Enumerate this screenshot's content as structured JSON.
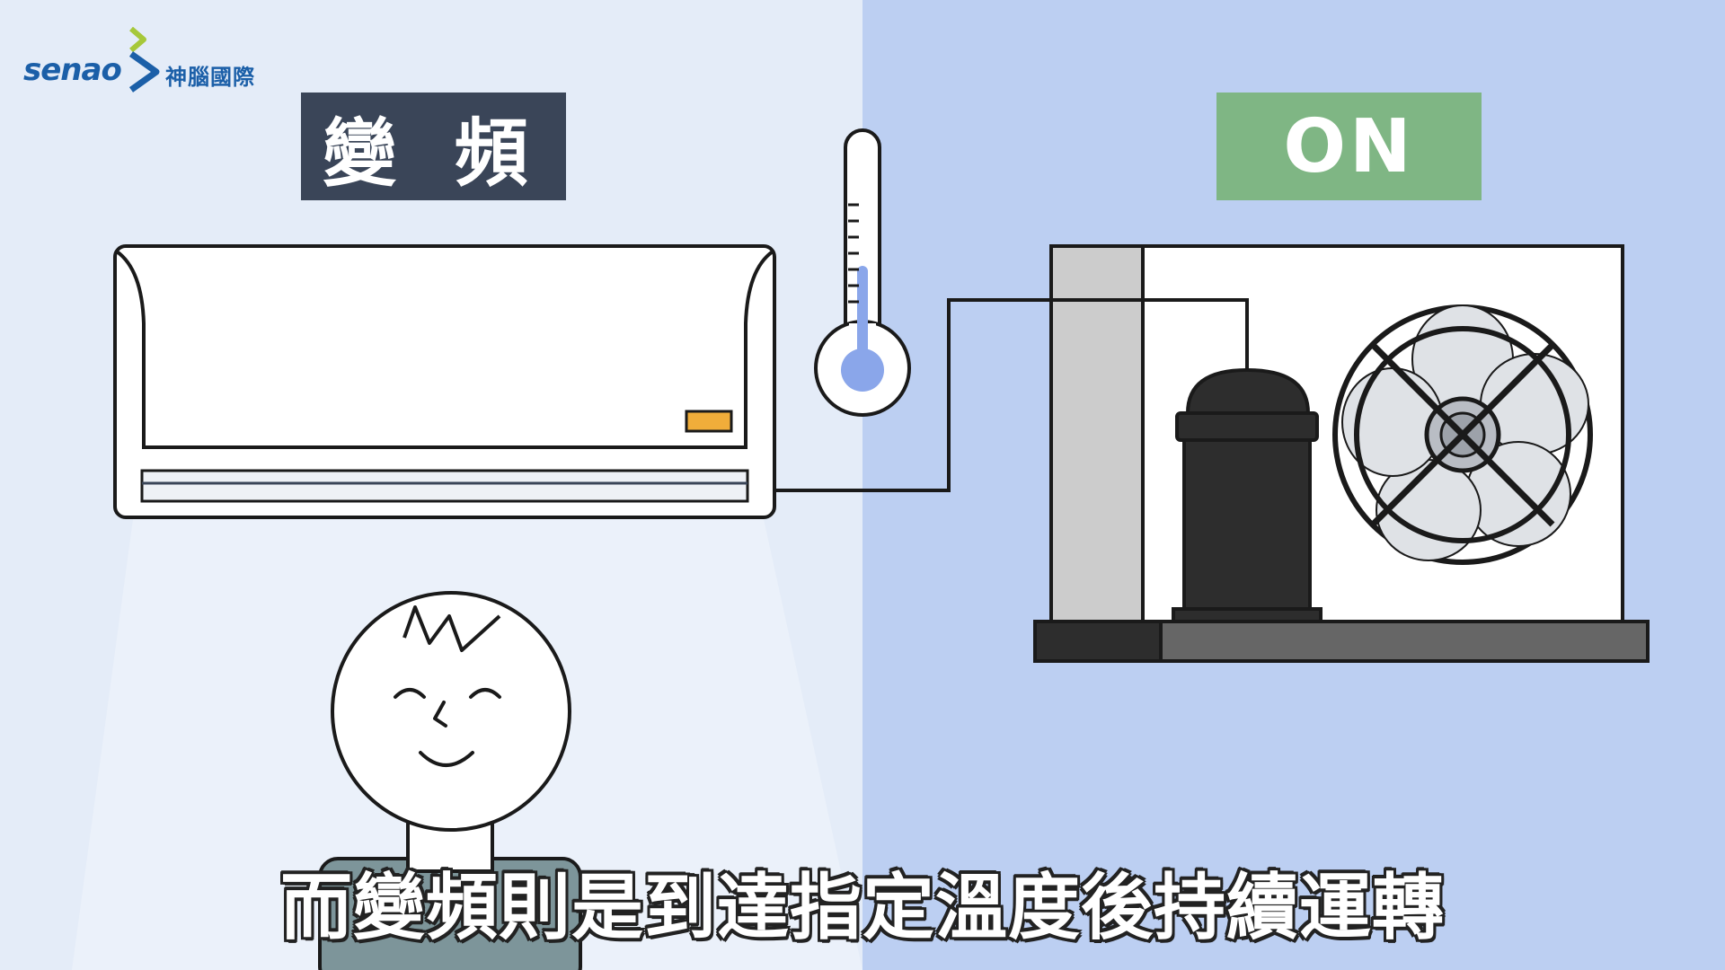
{
  "logo": {
    "brand": "senao",
    "chinese_name": "神腦國際"
  },
  "labels": {
    "mode": "變 頻",
    "status": "ON"
  },
  "subtitle": "而變頻則是到達指定溫度後持續運轉",
  "colors": {
    "left_background": "#e4ecf8",
    "right_background": "#bccff2",
    "mode_label_bg": "#3a4558",
    "status_label_bg": "#7fb684",
    "indicator_light": "#f0ad3a",
    "thermometer_fluid": "#8aa6ea",
    "compressor": "#2d2d2d"
  },
  "icons": {
    "indoor_unit": "air-conditioner-icon",
    "thermometer": "thermometer-icon",
    "outdoor_unit": "outdoor-condenser-icon",
    "fan": "fan-icon",
    "person": "smiling-person-icon"
  }
}
